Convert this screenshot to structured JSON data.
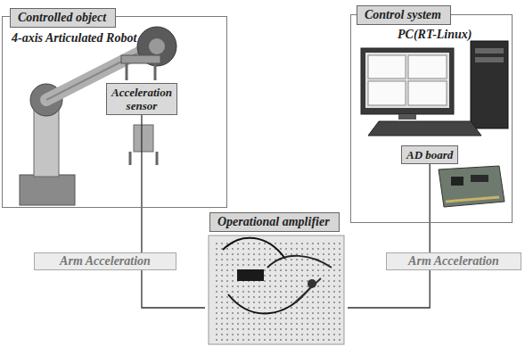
{
  "diagram": {
    "nodes": [
      {
        "text": [
          "Controlled object",
          "4-axis Articulated Robot"
        ]
      },
      {
        "text": [
          "Acceleration sensor"
        ],
        "in": 0
      },
      {
        "text": [
          "Operational amplifier"
        ]
      },
      {
        "text": [
          "Control system",
          "PC(RT-Linux)"
        ]
      },
      {
        "text": [
          "AD board"
        ],
        "in": 3
      }
    ],
    "edges": [
      {
        "from": 1,
        "to": 2,
        "arrow": "none",
        "label": "Arm Acceleration"
      },
      {
        "from": 2,
        "to": 4,
        "arrow": "none",
        "label": "Arm Acceleration"
      }
    ]
  }
}
